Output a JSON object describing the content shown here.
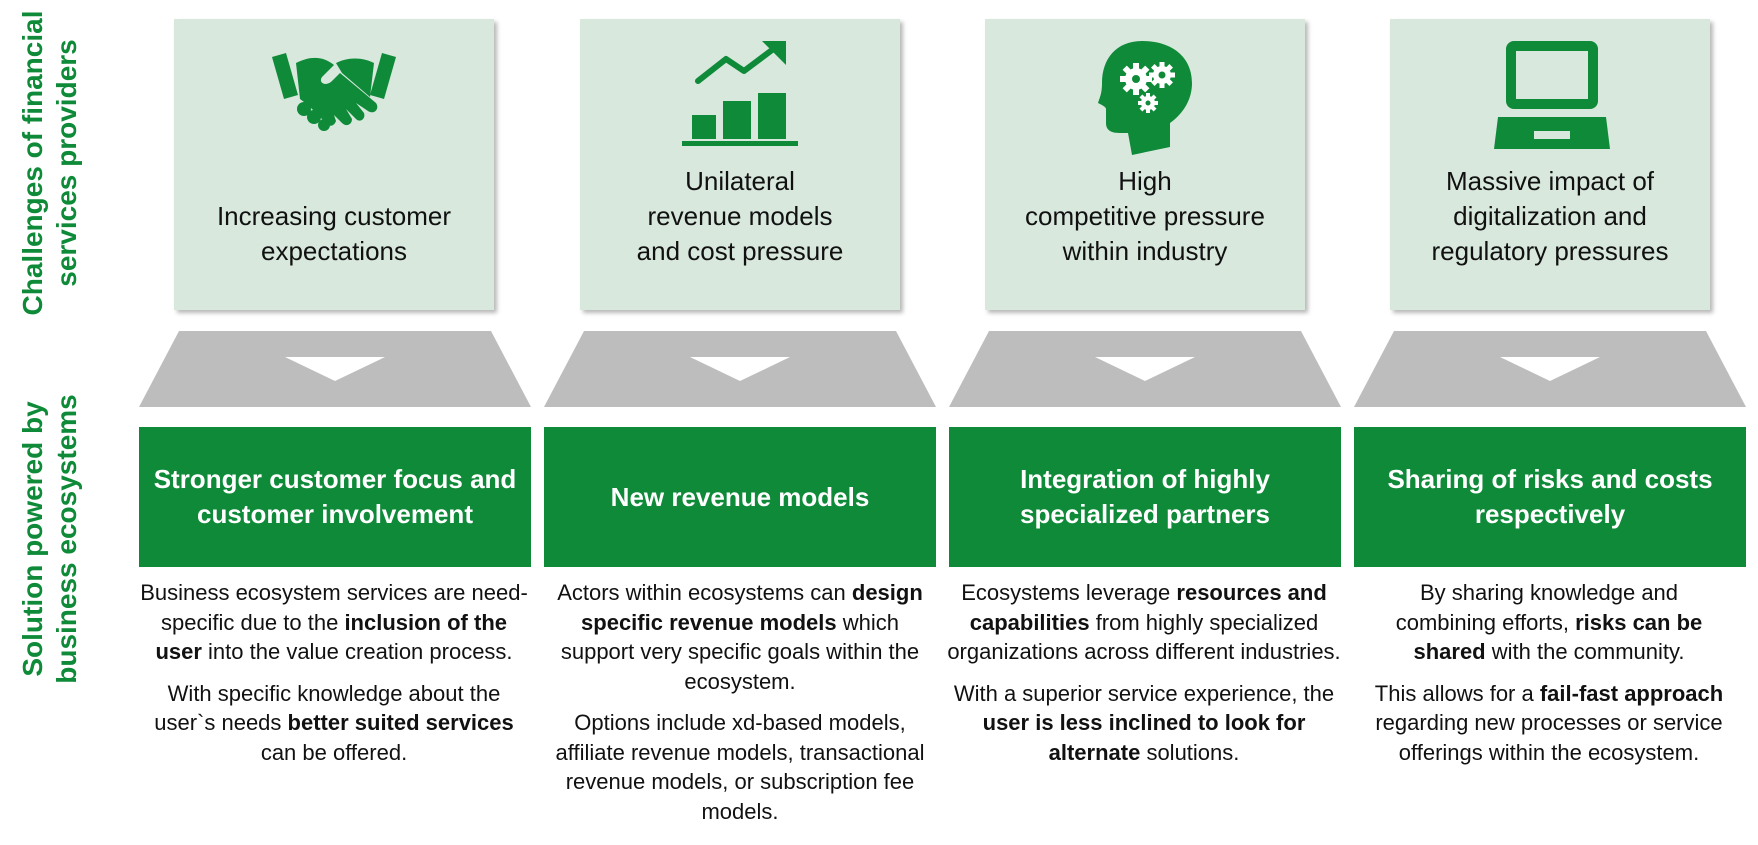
{
  "side_labels": {
    "challenges": [
      "Challenges of financial",
      "services providers"
    ],
    "solution": [
      "Solution powered by",
      "business ecosystems"
    ]
  },
  "colors": {
    "green": "#0e8a38",
    "card_bg": "#d8e8dd",
    "arrow_gray": "#bdbdbd"
  },
  "columns": [
    {
      "icon": "handshake-icon",
      "challenge": [
        "Increasing customer",
        "expectations"
      ],
      "solution": [
        "Stronger customer focus and",
        "customer involvement"
      ],
      "desc": [
        [
          {
            "t": "Business ecosystem services are need-specific due to the ",
            "b": false
          },
          {
            "t": "inclusion of the user",
            "b": true
          },
          {
            "t": " into the value creation process.",
            "b": false
          }
        ],
        [
          {
            "t": "With specific knowledge about the user`s needs ",
            "b": false
          },
          {
            "t": "better suited services",
            "b": true
          },
          {
            "t": " can be offered.",
            "b": false
          }
        ]
      ]
    },
    {
      "icon": "growth-chart-icon",
      "challenge": [
        "Unilateral",
        "revenue models",
        "and cost pressure"
      ],
      "solution": [
        "New revenue models"
      ],
      "desc": [
        [
          {
            "t": "Actors within ecosystems can ",
            "b": false
          },
          {
            "t": "design specific revenue models",
            "b": true
          },
          {
            "t": " which support very specific goals within the ecosystem.",
            "b": false
          }
        ],
        [
          {
            "t": "Options include xd-based models, affiliate revenue models, transactional revenue models, or subscription fee models.",
            "b": false
          }
        ]
      ]
    },
    {
      "icon": "head-gears-icon",
      "challenge": [
        "High",
        "competitive pressure",
        "within industry"
      ],
      "solution": [
        "Integration of highly",
        "specialized partners"
      ],
      "desc": [
        [
          {
            "t": "Ecosystems leverage ",
            "b": false
          },
          {
            "t": "resources and capabilities",
            "b": true
          },
          {
            "t": " from highly specialized organizations across different industries.",
            "b": false
          }
        ],
        [
          {
            "t": "With a superior service experience, the ",
            "b": false
          },
          {
            "t": "user is less inclined to look for alternate",
            "b": true
          },
          {
            "t": " solutions.",
            "b": false
          }
        ]
      ]
    },
    {
      "icon": "laptop-icon",
      "challenge": [
        "Massive impact of",
        "digitalization and",
        "regulatory pressures"
      ],
      "solution": [
        "Sharing of risks and costs",
        "respectively"
      ],
      "desc": [
        [
          {
            "t": "By sharing knowledge and combining efforts, ",
            "b": false
          },
          {
            "t": "risks can be shared",
            "b": true
          },
          {
            "t": " with the community.",
            "b": false
          }
        ],
        [
          {
            "t": "This allows for a ",
            "b": false
          },
          {
            "t": "fail-fast approach",
            "b": true
          },
          {
            "t": " regarding new processes or service offerings within the ecosystem.",
            "b": false
          }
        ]
      ]
    }
  ]
}
